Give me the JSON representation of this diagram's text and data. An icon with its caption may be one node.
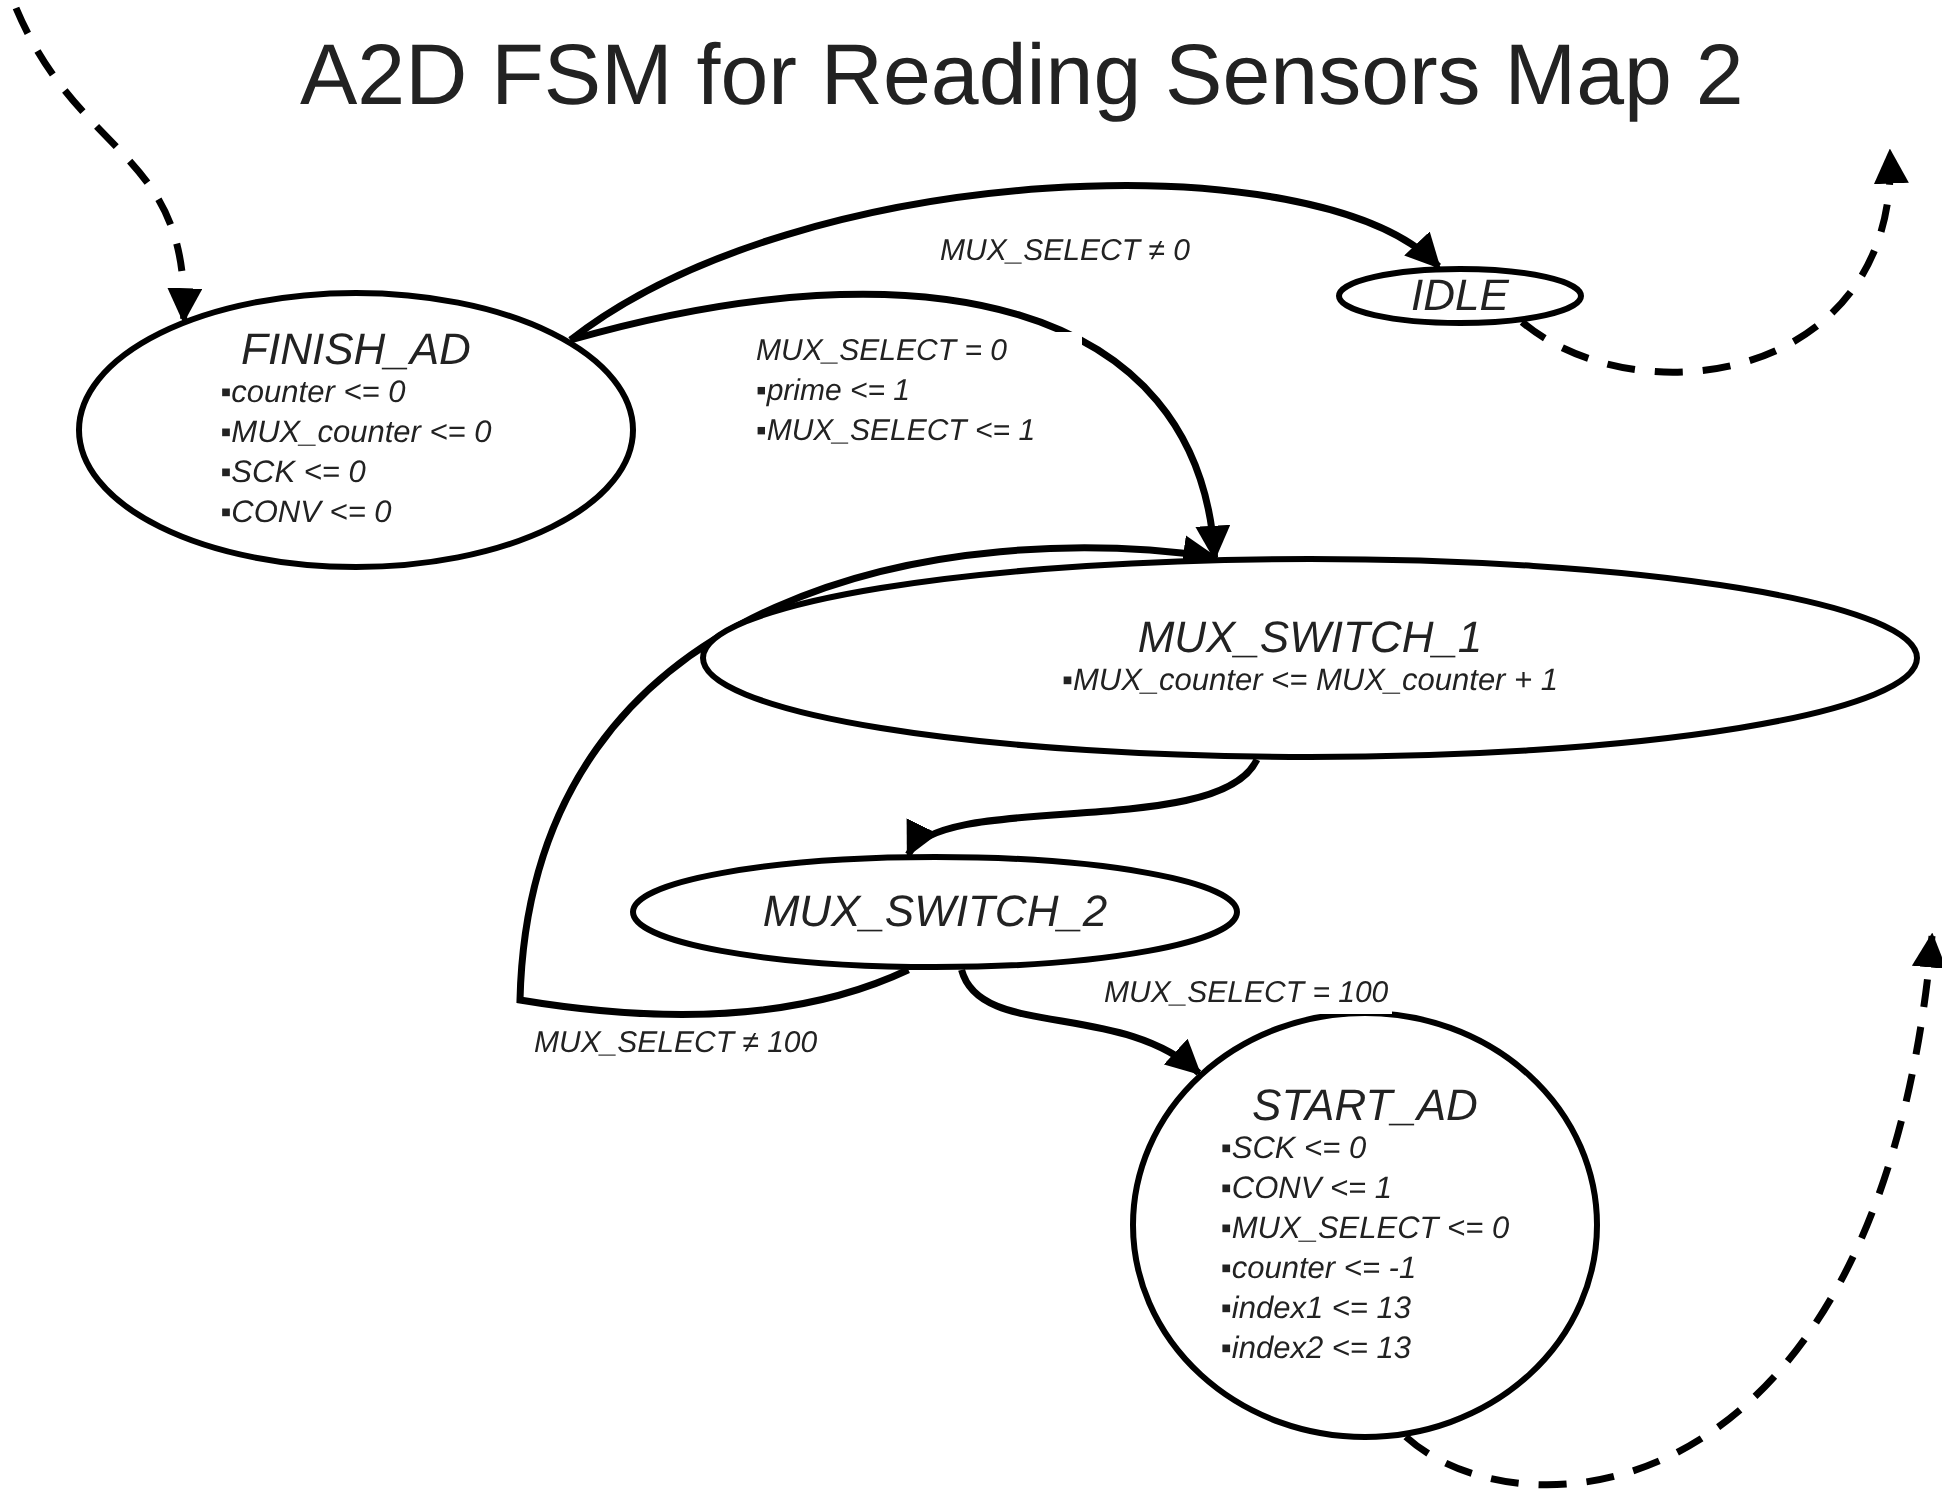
{
  "diagram": {
    "title": "A2D FSM for Reading Sensors Map 2",
    "nodes": [
      {
        "text": [
          "FINISH_AD",
          "▪counter <= 0",
          "▪MUX_counter <= 0",
          "▪SCK <= 0",
          "▪CONV <= 0"
        ]
      },
      {
        "text": [
          "IDLE"
        ]
      },
      {
        "text": [
          "MUX_SWITCH_1",
          "▪MUX_counter <= MUX_counter + 1"
        ]
      },
      {
        "text": [
          "MUX_SWITCH_2"
        ]
      },
      {
        "text": [
          "START_AD",
          "▪SCK <= 0",
          "▪CONV <= 1",
          "▪MUX_SELECT <= 0",
          "▪counter <= -1",
          "▪index1 <= 13",
          "▪index2 <= 13"
        ]
      }
    ],
    "edges": [
      {
        "from": null,
        "to": 0,
        "arrow": "to",
        "style": "dashed"
      },
      {
        "from": 0,
        "to": 1,
        "arrow": "to",
        "label": "MUX_SELECT ≠ 0"
      },
      {
        "from": 0,
        "to": 2,
        "arrow": "to",
        "label": "MUX_SELECT = 0 ▪prime <= 1 ▪MUX_SELECT <= 1"
      },
      {
        "from": 2,
        "to": 3,
        "arrow": "to"
      },
      {
        "from": 3,
        "to": 2,
        "arrow": "to",
        "label": "MUX_SELECT ≠ 100"
      },
      {
        "from": 3,
        "to": 4,
        "arrow": "to",
        "label": "MUX_SELECT = 100"
      },
      {
        "from": 1,
        "to": null,
        "arrow": "to",
        "style": "dashed"
      },
      {
        "from": 4,
        "to": null,
        "arrow": "to",
        "style": "dashed"
      }
    ]
  }
}
